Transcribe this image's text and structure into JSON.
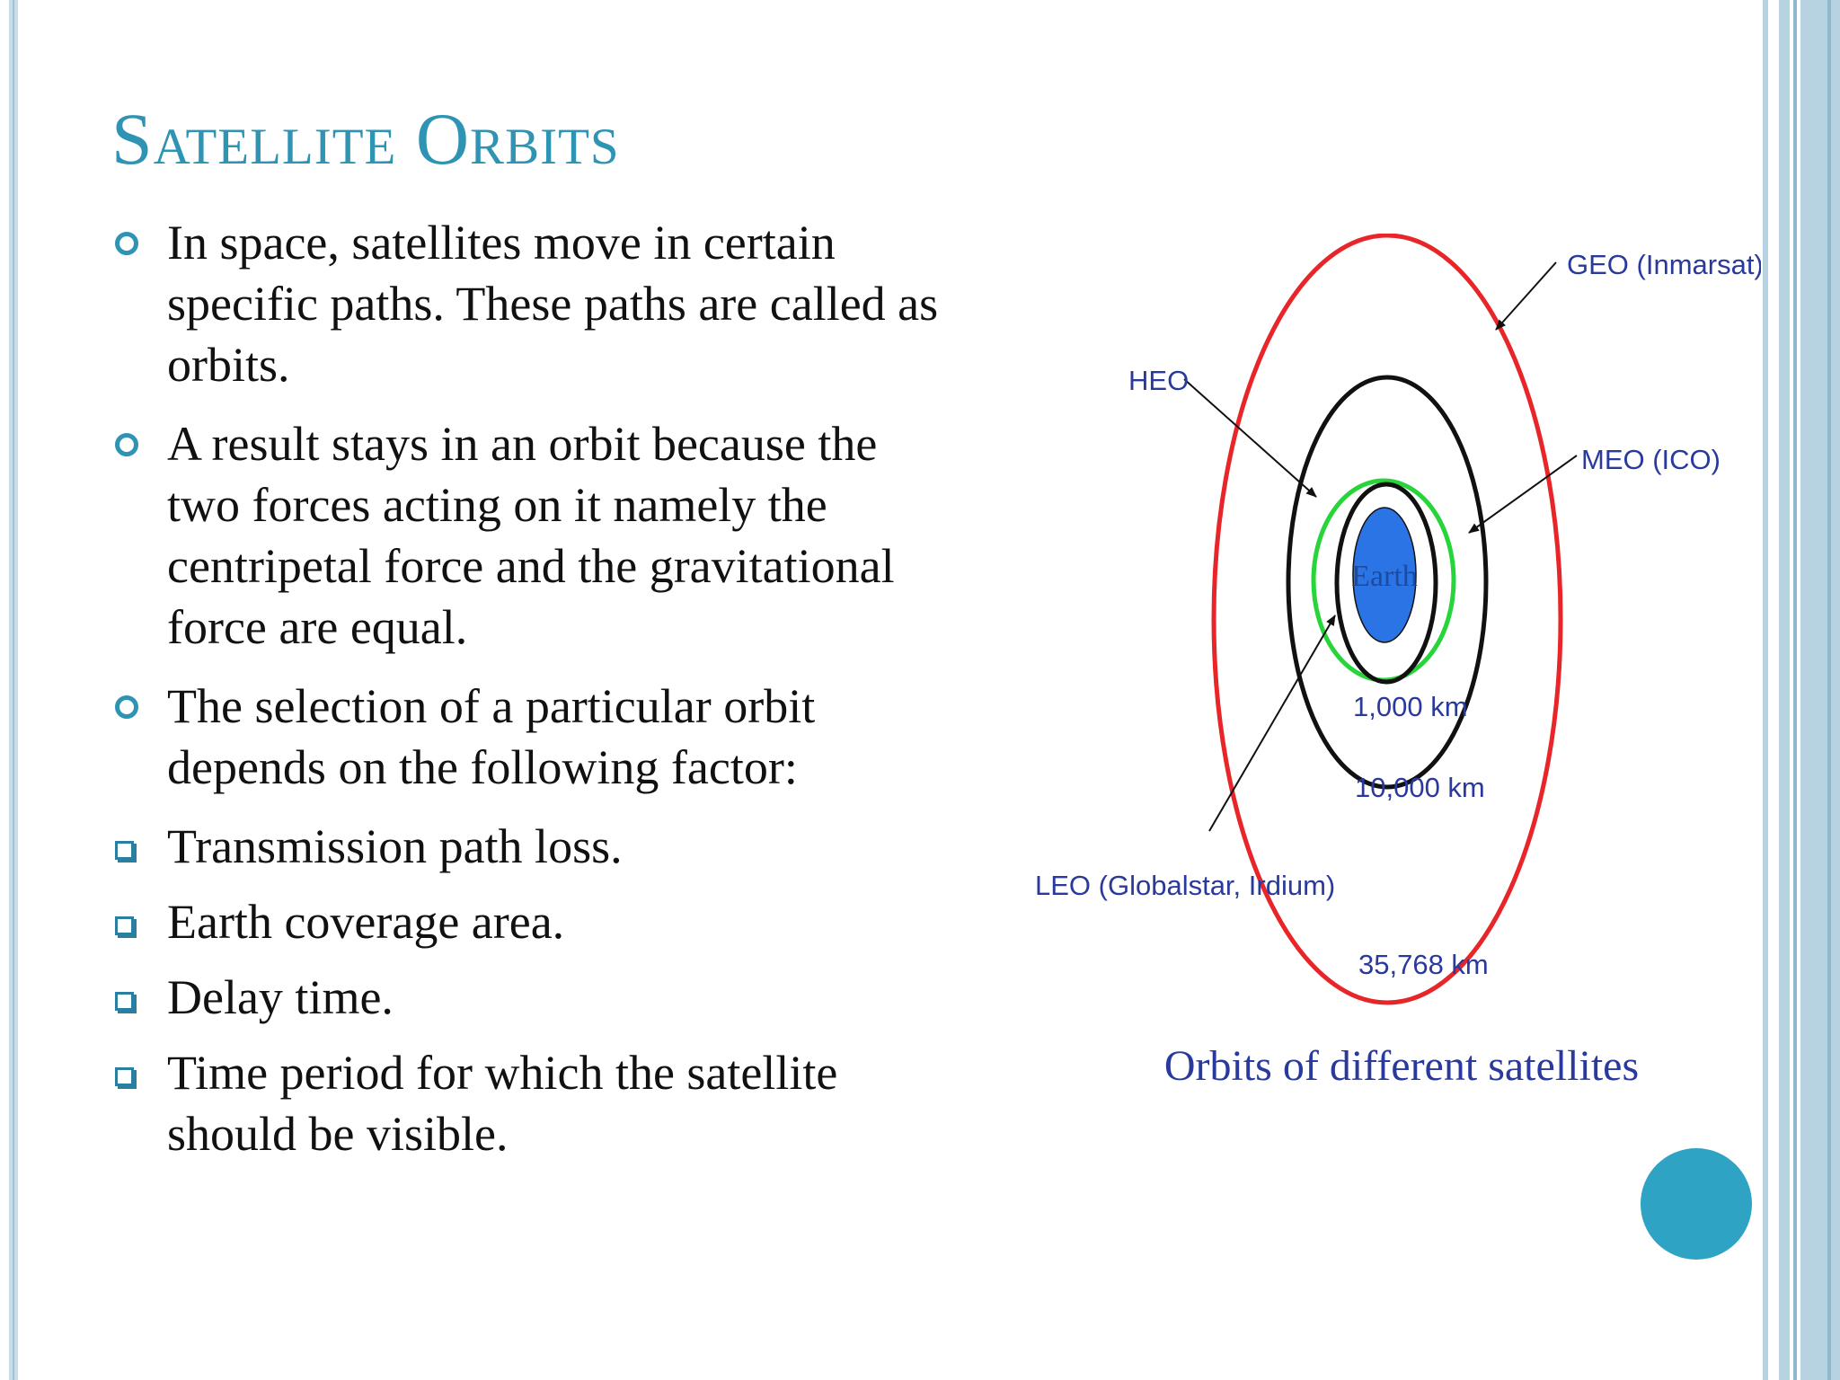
{
  "slide": {
    "title": "Satellite Orbits",
    "bullets": [
      {
        "marker": "circle",
        "text": "In space, satellites move in certain specific paths. These paths are called as orbits."
      },
      {
        "marker": "circle",
        "text": " A result stays in an orbit because the two forces acting on it namely the centripetal force and the gravitational force are equal."
      },
      {
        "marker": "circle",
        "text": "The selection of a particular orbit depends on the following factor:"
      },
      {
        "marker": "square",
        "text": "Transmission path loss."
      },
      {
        "marker": "square",
        "text": "Earth coverage area."
      },
      {
        "marker": "square",
        "text": "Delay time."
      },
      {
        "marker": "square",
        "text": "Time period for which the satellite should be visible."
      }
    ]
  },
  "diagram": {
    "earth": "Earth",
    "geo": "GEO (Inmarsat)",
    "heo": "HEO",
    "meo": "MEO (ICO)",
    "leo": "LEO  (Globalstar, Irdium)",
    "alt_1000": "1,000 km",
    "alt_10000": "10,000 km",
    "alt_35768": "35,768 km",
    "caption": "Orbits of different satellites",
    "colors": {
      "geo_orbit": "#e8262a",
      "heo_orbit": "#27d43a",
      "orbit_black": "#111111",
      "earth": "#2a74e6",
      "label": "#2a3a9c"
    }
  },
  "theme": {
    "accent": "#2f93b3"
  }
}
